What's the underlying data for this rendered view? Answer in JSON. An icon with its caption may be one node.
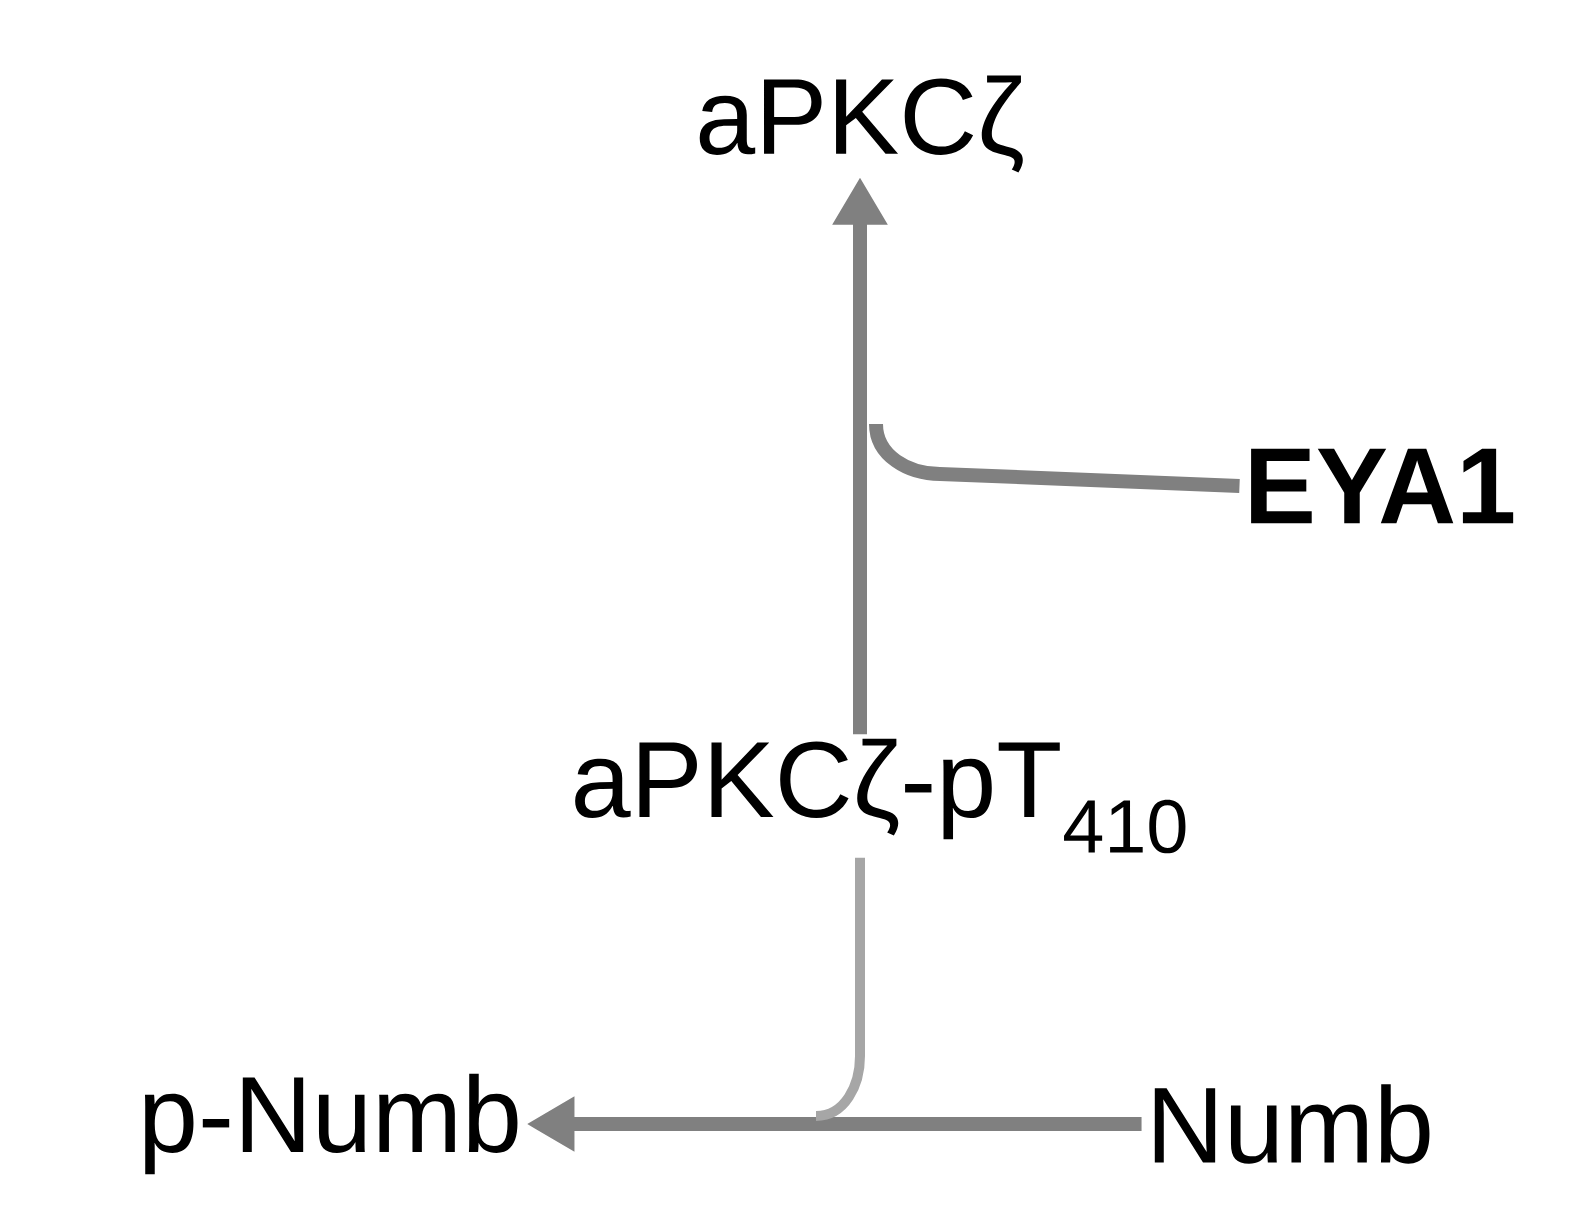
{
  "diagram": {
    "nodes": [
      {
        "text": [
          "aPKCζ"
        ]
      },
      {
        "text": [
          "EYA1"
        ]
      },
      {
        "text": [
          "aPKCζ-pT$_{410}$"
        ]
      },
      {
        "text": [
          "p-Numb"
        ]
      },
      {
        "text": [
          "Numb"
        ]
      }
    ],
    "edges": [
      {
        "from": 2,
        "to": 0,
        "arrow": "to"
      },
      {
        "from": 1,
        "to": null,
        "arrow": "none"
      },
      {
        "from": 4,
        "to": 3,
        "arrow": "to"
      },
      {
        "from": 2,
        "to": null,
        "arrow": "none",
        "color": "#a6a6a6"
      }
    ]
  }
}
